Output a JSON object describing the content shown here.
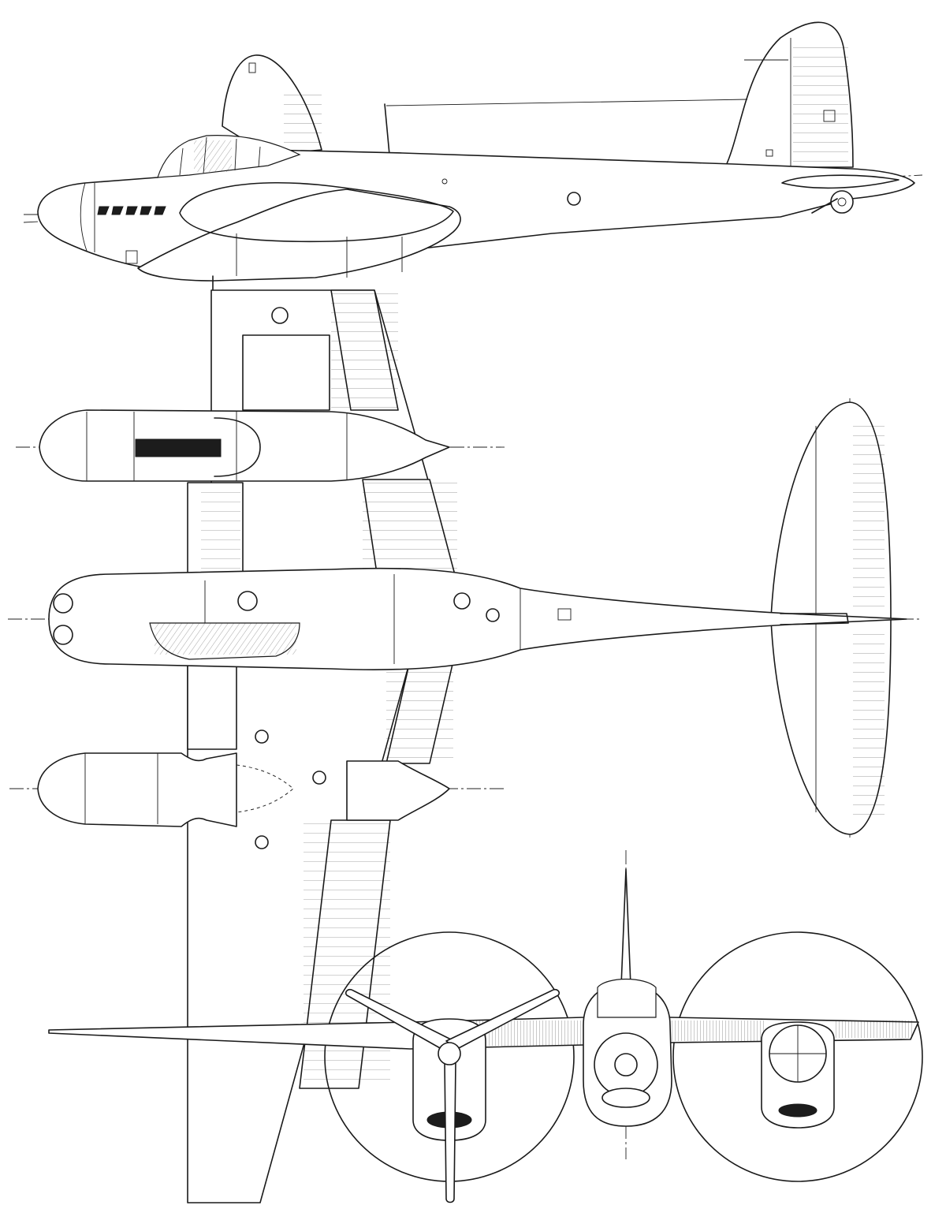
{
  "drawing": {
    "subject": "",
    "views": [
      "side-view",
      "top-view",
      "front-view"
    ]
  }
}
